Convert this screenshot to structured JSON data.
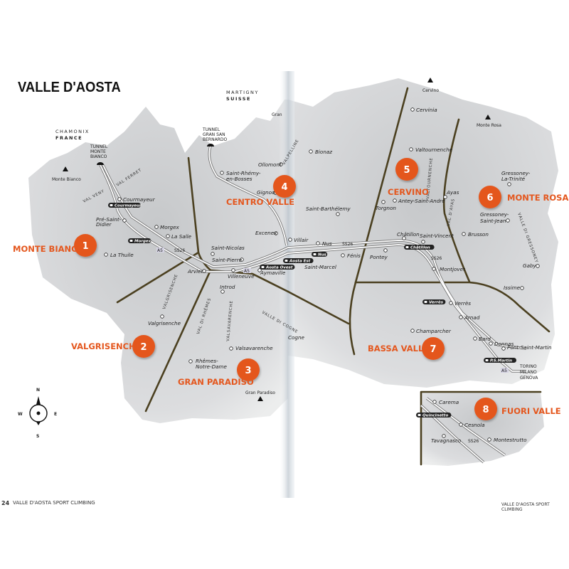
{
  "page": {
    "title": "VALLE D'AOSTA",
    "left_footer_page": "24",
    "left_footer_text": "VALLE D'AOSTA SPORT CLIMBING",
    "right_footer_text": "VALLE D'AOSTA SPORT CLIMBING"
  },
  "colors": {
    "accent": "#e4571e",
    "boundary": "#4b4020",
    "terrain": "#cfd1d3",
    "page": "#ffffff"
  },
  "borders": {
    "chamonix": "CHAMONIX",
    "france": "FRANCE",
    "martigny": "MARTIGNY",
    "suisse": "SUISSE",
    "gran": "Gran"
  },
  "tunnels": {
    "monte_bianco": [
      "TUNNEL",
      "MONTE",
      "BIANCO"
    ],
    "gran_san_bernardo": [
      "TUNNEL",
      "GRAN SAN",
      "BERNARDO"
    ]
  },
  "peaks": [
    "Monte Bianco",
    "Gran Paradiso",
    "Cervino",
    "Monte Rosa"
  ],
  "regions": [
    {
      "number": "1",
      "name": "MONTE BIANCO"
    },
    {
      "number": "2",
      "name": "VALGRISENCHE"
    },
    {
      "number": "3",
      "name": "GRAN PARADISO"
    },
    {
      "number": "4",
      "name": "CENTRO VALLE"
    },
    {
      "number": "5",
      "name": "CERVINO"
    },
    {
      "number": "6",
      "name": "MONTE ROSA"
    },
    {
      "number": "7",
      "name": "BASSA VALLE"
    },
    {
      "number": "8",
      "name": "FUORI VALLE"
    }
  ],
  "valleys": [
    "VAL VENY",
    "VAL FERRET",
    "VALGRISENCHE",
    "VAL DI RHÊMES",
    "VALSAVARENCHE",
    "VALLE DI COGNE",
    "VALPELLINE",
    "VALTOURNENCHE",
    "VAL D'AYAS",
    "VALLE DI GRESSONEY"
  ],
  "towns": [
    "Courmayeur",
    "Pré-Saint-",
    "Didier",
    "Morgex",
    "La Salle",
    "La Thuile",
    "Saint-Nicolas",
    "Saint-Pierre",
    "Arvier",
    "Villeneuve",
    "Aymaville",
    "Ollomont",
    "Saint-Rhémy-",
    "en-Bosses",
    "Gignod",
    "Excenex",
    "Introd",
    "Valgrisenche",
    "Valsavarenche",
    "Rhêmes-",
    "Notre-Dame",
    "Bionaz",
    "Cervinia",
    "Valtournenche",
    "Antey-Saint-André",
    "Torgnon",
    "Saint-Barthélemy",
    "Ayas",
    "Gressoney-",
    "La-Trinité",
    "Gressoney-",
    "Saint-Jean",
    "Brusson",
    "Châtillon",
    "Saint-Vincent",
    "Villair",
    "Nus",
    "Fénis",
    "Pontey",
    "Saint-Marcel",
    "Montjovet",
    "Issime",
    "Verrès",
    "Arnad",
    "Champarcher",
    "Bard",
    "Donnas",
    "Pont-Saint-Martin",
    "Gaby",
    "Cogne",
    "Carema",
    "Cesnola",
    "Tavagnasco",
    "Montestrutto"
  ],
  "road_exits": [
    "Courmayeur",
    "Morgex",
    "Aosta Ovest",
    "Aosta Est",
    "Nus",
    "Châtillon",
    "Verrès",
    "P.S.Martin",
    "Quincinetto"
  ],
  "road_labels": [
    "A5",
    "SS26",
    "A5",
    "SS26",
    "SS26",
    "A5",
    "SS26"
  ],
  "destinations": [
    "TORINO",
    "MILANO",
    "GENOVA"
  ],
  "compass": {
    "n": "N",
    "s": "S",
    "e": "E",
    "w": "W"
  },
  "icons": {
    "peak": "triangle-peak-icon",
    "tunnel": "tunnel-icon",
    "town": "circle-town-icon",
    "exit": "car-exit-icon",
    "compass": "compass-icon"
  }
}
